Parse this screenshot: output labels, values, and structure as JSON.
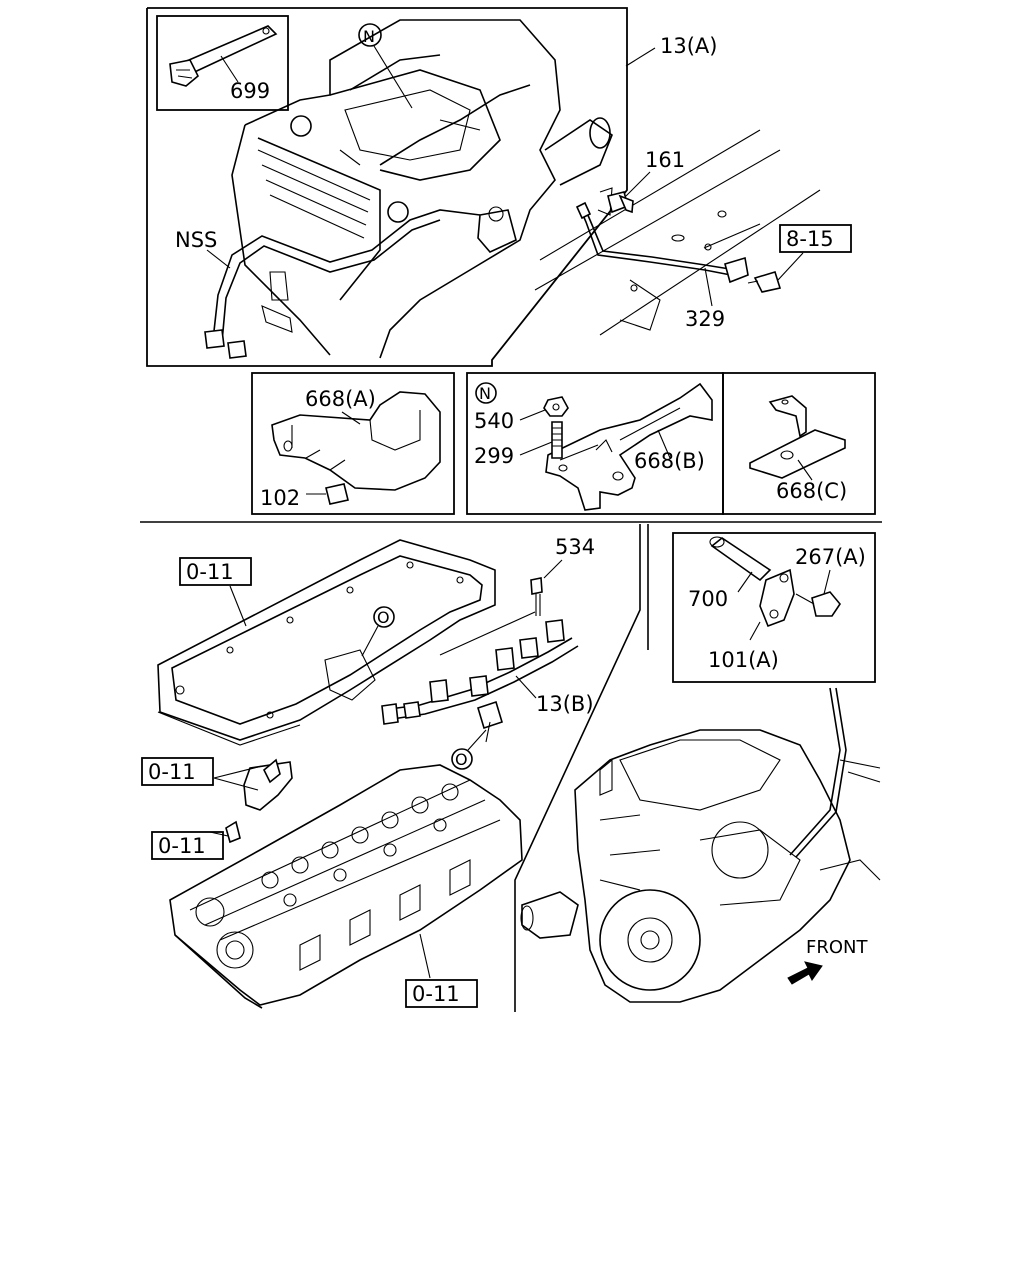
{
  "diagram": {
    "labels": {
      "l699": "699",
      "l13a": "13(A)",
      "lN_top": "N",
      "lNSS": "NSS",
      "l161": "161",
      "l815": "8-15",
      "l329": "329",
      "l668a": "668(A)",
      "l102": "102",
      "lN_mid": "N",
      "l540": "540",
      "l299": "299",
      "l668b": "668(B)",
      "l668c": "668(C)",
      "l534": "534",
      "l011_a": "0-11",
      "lO_a": "O",
      "l13b": "13(B)",
      "lO_b": "O",
      "l011_b": "0-11",
      "l011_c": "0-11",
      "l011_d": "0-11",
      "l267a": "267(A)",
      "l700": "700",
      "l101a": "101(A)",
      "lfront": "FRONT"
    }
  }
}
